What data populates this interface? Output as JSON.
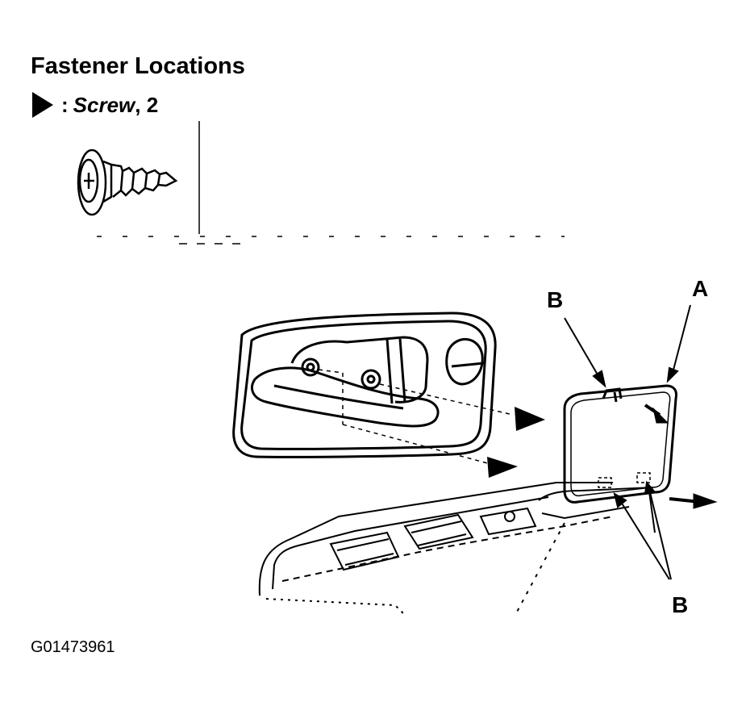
{
  "title": "Fastener Locations",
  "legend": {
    "marker": "filled-triangle",
    "colon": ":",
    "name": "Screw",
    "count_text": ", 2"
  },
  "callouts": {
    "a": "A",
    "b_top": "B",
    "b_bottom": "B"
  },
  "figure_code": "G01473961",
  "icons": {
    "screw": "screw-icon",
    "arrow": "screw-location-arrow"
  }
}
